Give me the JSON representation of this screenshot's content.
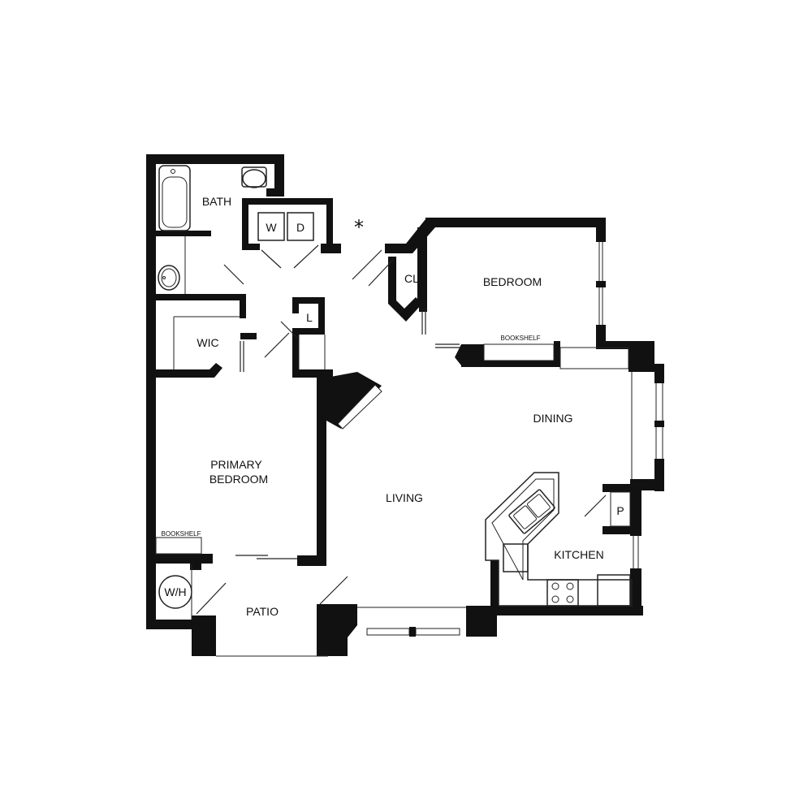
{
  "rooms": {
    "bath": "BATH",
    "washer": "W",
    "dryer": "D",
    "closet": "CL",
    "bedroom": "BEDROOM",
    "bookshelf_bedroom": "BOOKSHELF",
    "linen": "L",
    "wic": "WIC",
    "dining": "DINING",
    "primary_bedroom_line1": "PRIMARY",
    "primary_bedroom_line2": "BEDROOM",
    "living": "LIVING",
    "pantry": "P",
    "bookshelf_primary": "BOOKSHELF",
    "kitchen": "KITCHEN",
    "water_heater": "W/H",
    "patio": "PATIO"
  },
  "marker": "*"
}
